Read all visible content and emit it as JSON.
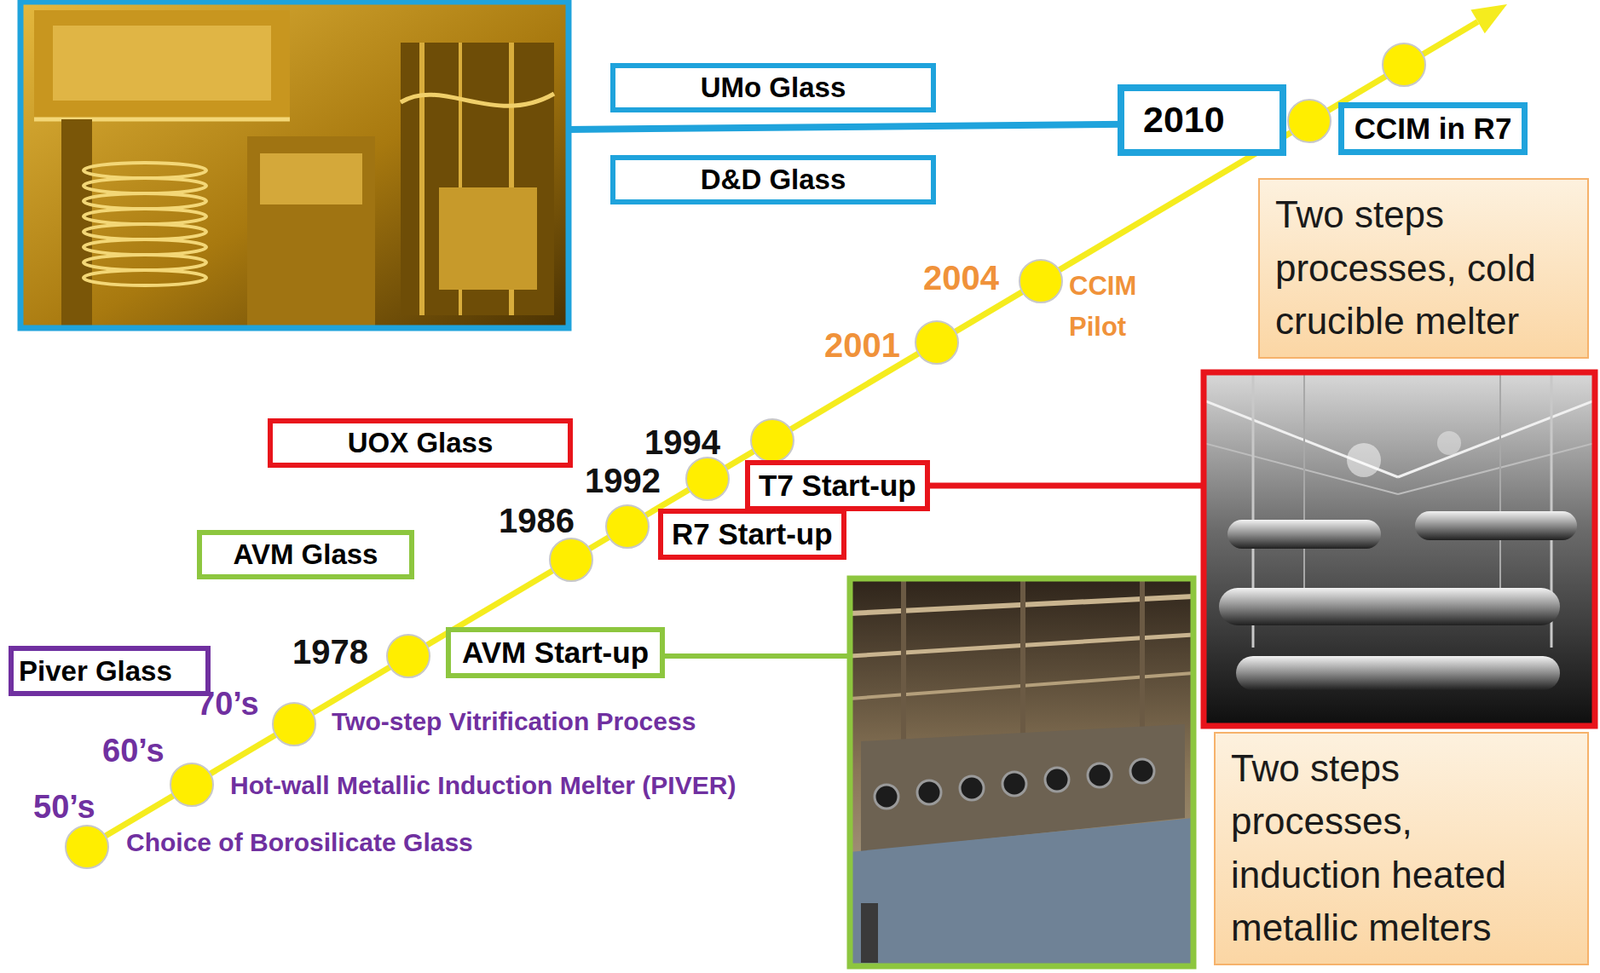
{
  "diagram": {
    "nodes": [
      {
        "text": [
          "UMo Glass"
        ]
      },
      {
        "text": [
          "2010"
        ]
      },
      {
        "text": [
          "CCIM in R7"
        ]
      },
      {
        "text": [
          "D&D Glass"
        ]
      },
      {
        "text": [
          "Two steps processes, cold crucible melter"
        ]
      },
      {
        "text": [
          "UOX Glass"
        ]
      },
      {
        "text": [
          "T7 Start-up"
        ]
      },
      {
        "text": [
          "R7 Start-up"
        ]
      },
      {
        "text": [
          "AVM Glass"
        ]
      },
      {
        "text": [
          "AVM Start-up"
        ]
      },
      {
        "text": [
          "Piver Glass"
        ]
      },
      {
        "text": [
          "Two steps processes, induction heated metallic melters"
        ]
      }
    ],
    "labels": [
      "2004",
      "CCIM Pilot",
      "2001",
      "1994",
      "1992",
      "1986",
      "1978",
      "70’s",
      "Two-step Vitrification Process",
      "60’s",
      "Hot-wall Metallic Induction Melter (PIVER)",
      "50’s",
      "Choice of Borosilicate Glass"
    ]
  }
}
